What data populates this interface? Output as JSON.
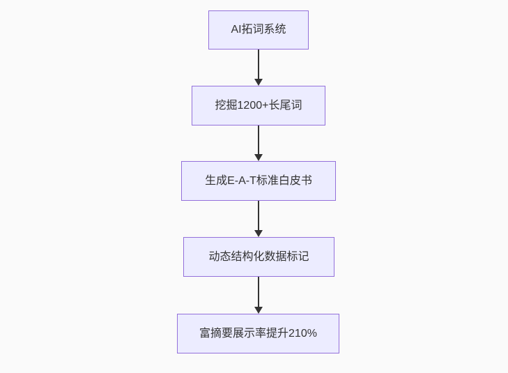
{
  "diagram": {
    "type": "flowchart",
    "direction": "top-down",
    "nodes": [
      {
        "id": "n1",
        "label": "AI拓词系统"
      },
      {
        "id": "n2",
        "label": "挖掘1200+长尾词"
      },
      {
        "id": "n3",
        "label": "生成E-A-T标准白皮书"
      },
      {
        "id": "n4",
        "label": "动态结构化数据标记"
      },
      {
        "id": "n5",
        "label": "富摘要展示率提升210%"
      }
    ],
    "edges": [
      {
        "from": "n1",
        "to": "n2"
      },
      {
        "from": "n2",
        "to": "n3"
      },
      {
        "from": "n3",
        "to": "n4"
      },
      {
        "from": "n4",
        "to": "n5"
      }
    ],
    "colors": {
      "node_fill": "#ececff",
      "node_border": "#9370db",
      "arrow": "#333333",
      "text": "#333333",
      "background": "#fafafa"
    }
  }
}
